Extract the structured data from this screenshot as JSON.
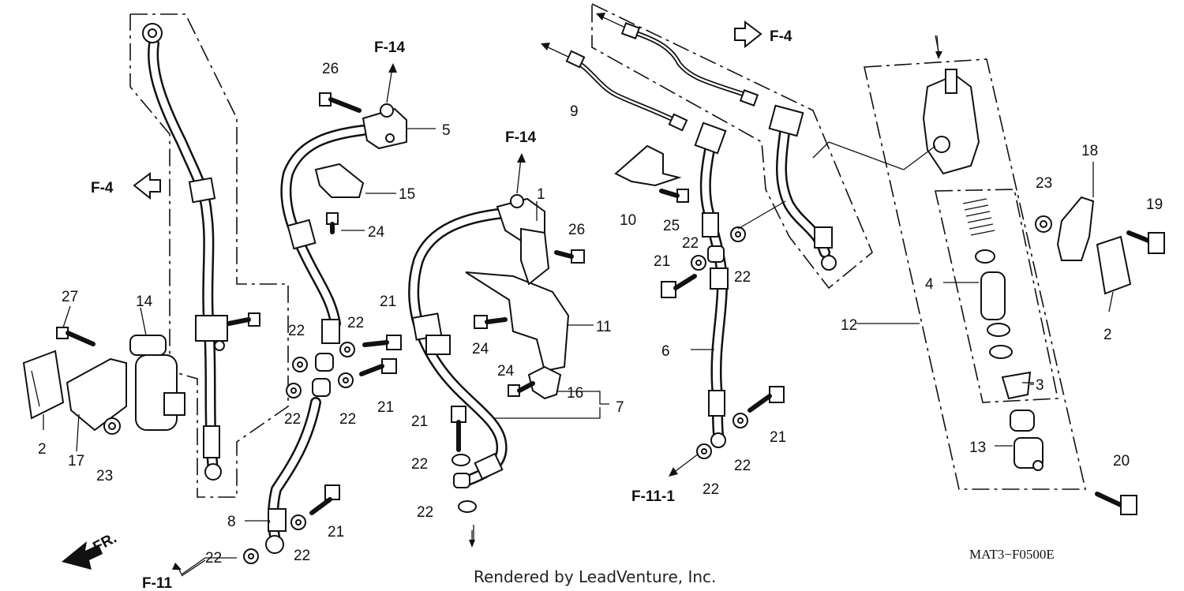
{
  "diagram": {
    "callouts": [
      "1",
      "2",
      "3",
      "4",
      "5",
      "6",
      "7",
      "8",
      "9",
      "10",
      "11",
      "12",
      "13",
      "14",
      "15",
      "16",
      "17",
      "18",
      "19",
      "20",
      "21",
      "22",
      "23",
      "24",
      "25",
      "26",
      "27"
    ],
    "references": {
      "f4": "F-4",
      "f14": "F-14",
      "f11": "F-11",
      "f11_1": "F-11-1",
      "fr": "FR."
    },
    "part_code": "MAT3−F0500E",
    "footer": "Rendered by LeadVenture, Inc."
  }
}
